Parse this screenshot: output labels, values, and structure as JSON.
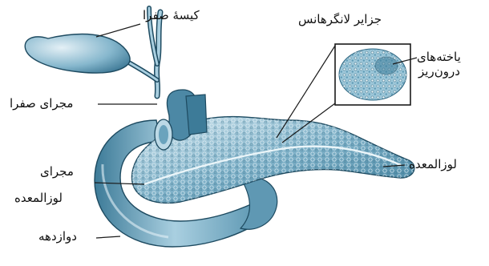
{
  "diagram": {
    "labels": {
      "gallbladder": "کیسهٔ صفرا",
      "bile_duct": "مجرای صفرا",
      "pancreatic_duct_line1": "مجرای",
      "pancreatic_duct_line2": "لوزالمعده",
      "duodenum": "دوازدهه",
      "islets": "جزایر لانگرهانس",
      "endocrine_line1": "یاخته‌های",
      "endocrine_line2": "درون‌ریز",
      "pancreas": "لوزالمعده"
    },
    "colors": {
      "organ_fill": "#6aa3bd",
      "organ_light": "#bcd9e6",
      "organ_dark": "#2f6a86",
      "outline": "#1d4a60",
      "leader_line": "#1a1a1a",
      "inset_fill": "#9cc6d8"
    }
  }
}
